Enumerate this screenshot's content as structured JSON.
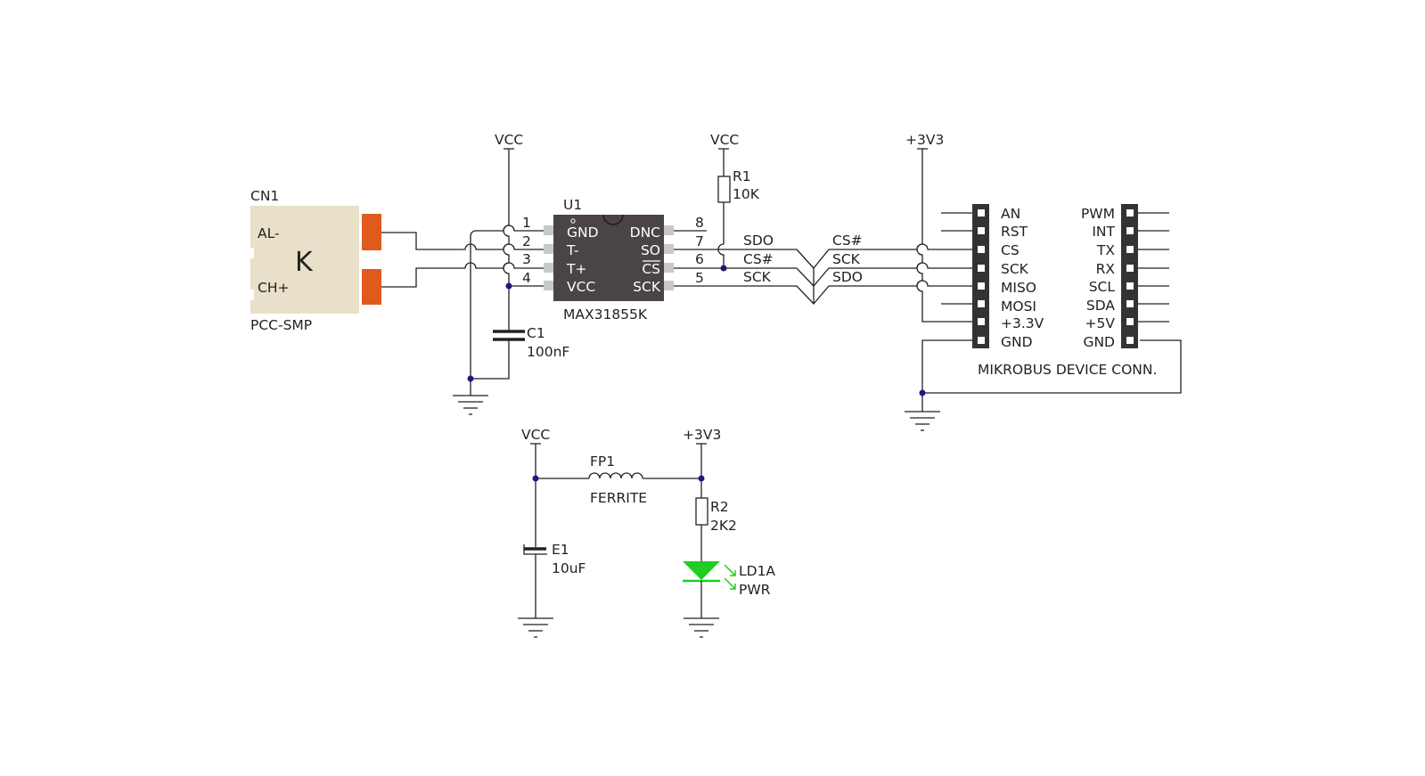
{
  "connector": {
    "ref": "CN1",
    "type": "PCC-SMP",
    "center": "K",
    "pin_top": "AL-",
    "pin_bottom": "CH+"
  },
  "ic": {
    "ref": "U1",
    "part": "MAX31855K",
    "left_pins": [
      "GND",
      "T-",
      "T+",
      "VCC"
    ],
    "right_pins": [
      "DNC",
      "SO",
      "CS",
      "SCK"
    ],
    "left_nums": [
      "1",
      "2",
      "3",
      "4"
    ],
    "right_nums": [
      "8",
      "7",
      "6",
      "5"
    ]
  },
  "power": {
    "vcc": "VCC",
    "v33": "+3V3"
  },
  "c1": {
    "ref": "C1",
    "value": "100nF"
  },
  "r1": {
    "ref": "R1",
    "value": "10K"
  },
  "r2": {
    "ref": "R2",
    "value": "2K2"
  },
  "e1": {
    "ref": "E1",
    "value": "10uF"
  },
  "fp1": {
    "ref": "FP1",
    "value": "FERRITE"
  },
  "led": {
    "ref": "LD1A",
    "value": "PWR",
    "color": "#22cc22"
  },
  "nets_ic_side": [
    "SDO",
    "CS#",
    "SCK"
  ],
  "nets_bus_side": [
    "CS#",
    "SCK",
    "SDO"
  ],
  "mikrobus": {
    "title": "MIKROBUS DEVICE CONN.",
    "left": [
      "AN",
      "RST",
      "CS",
      "SCK",
      "MISO",
      "MOSI",
      "+3.3V",
      "GND"
    ],
    "right": [
      "PWM",
      "INT",
      "TX",
      "RX",
      "SCL",
      "SDA",
      "+5V",
      "GND"
    ]
  },
  "colors": {
    "wire": "#222222",
    "junction": "#1a1a80",
    "pad": "#e05a1e",
    "connector_body": "#e8e0c8",
    "ic_body": "#4a4444",
    "header": "#333333"
  }
}
